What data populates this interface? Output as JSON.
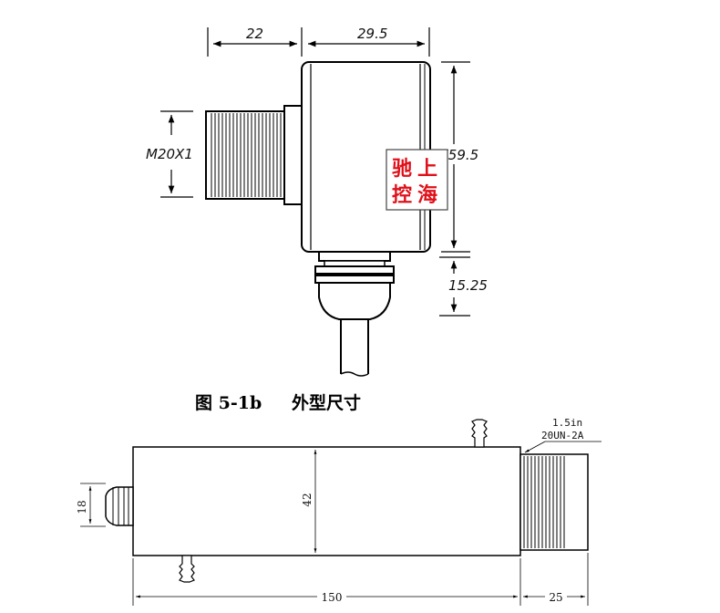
{
  "figure_top": {
    "dim_left_width": "22",
    "dim_body_width": "29.5",
    "dim_thread": "M20X1",
    "dim_diameter": "Ø59.5",
    "dim_bottom": "15.25",
    "watermark": [
      "驰",
      "上",
      "控",
      "海"
    ],
    "watermark_color": "#e0101a"
  },
  "caption": {
    "number": "图 5-1b",
    "title": "外型尺寸"
  },
  "figure_bottom": {
    "dim_height_left": "18",
    "dim_body_height": "42",
    "dim_length": "150",
    "dim_end": "25",
    "thread_note_line1": "1.5in",
    "thread_note_line2": "20UN-2A"
  }
}
